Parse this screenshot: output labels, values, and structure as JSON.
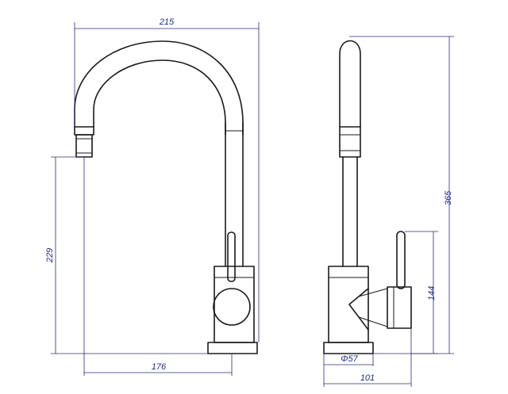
{
  "dimensions": {
    "spout_reach": "215",
    "outlet_height": "229",
    "outlet_to_base": "176",
    "total_height": "365",
    "handle_height": "144",
    "base_diameter": "Φ57",
    "body_depth": "101"
  }
}
